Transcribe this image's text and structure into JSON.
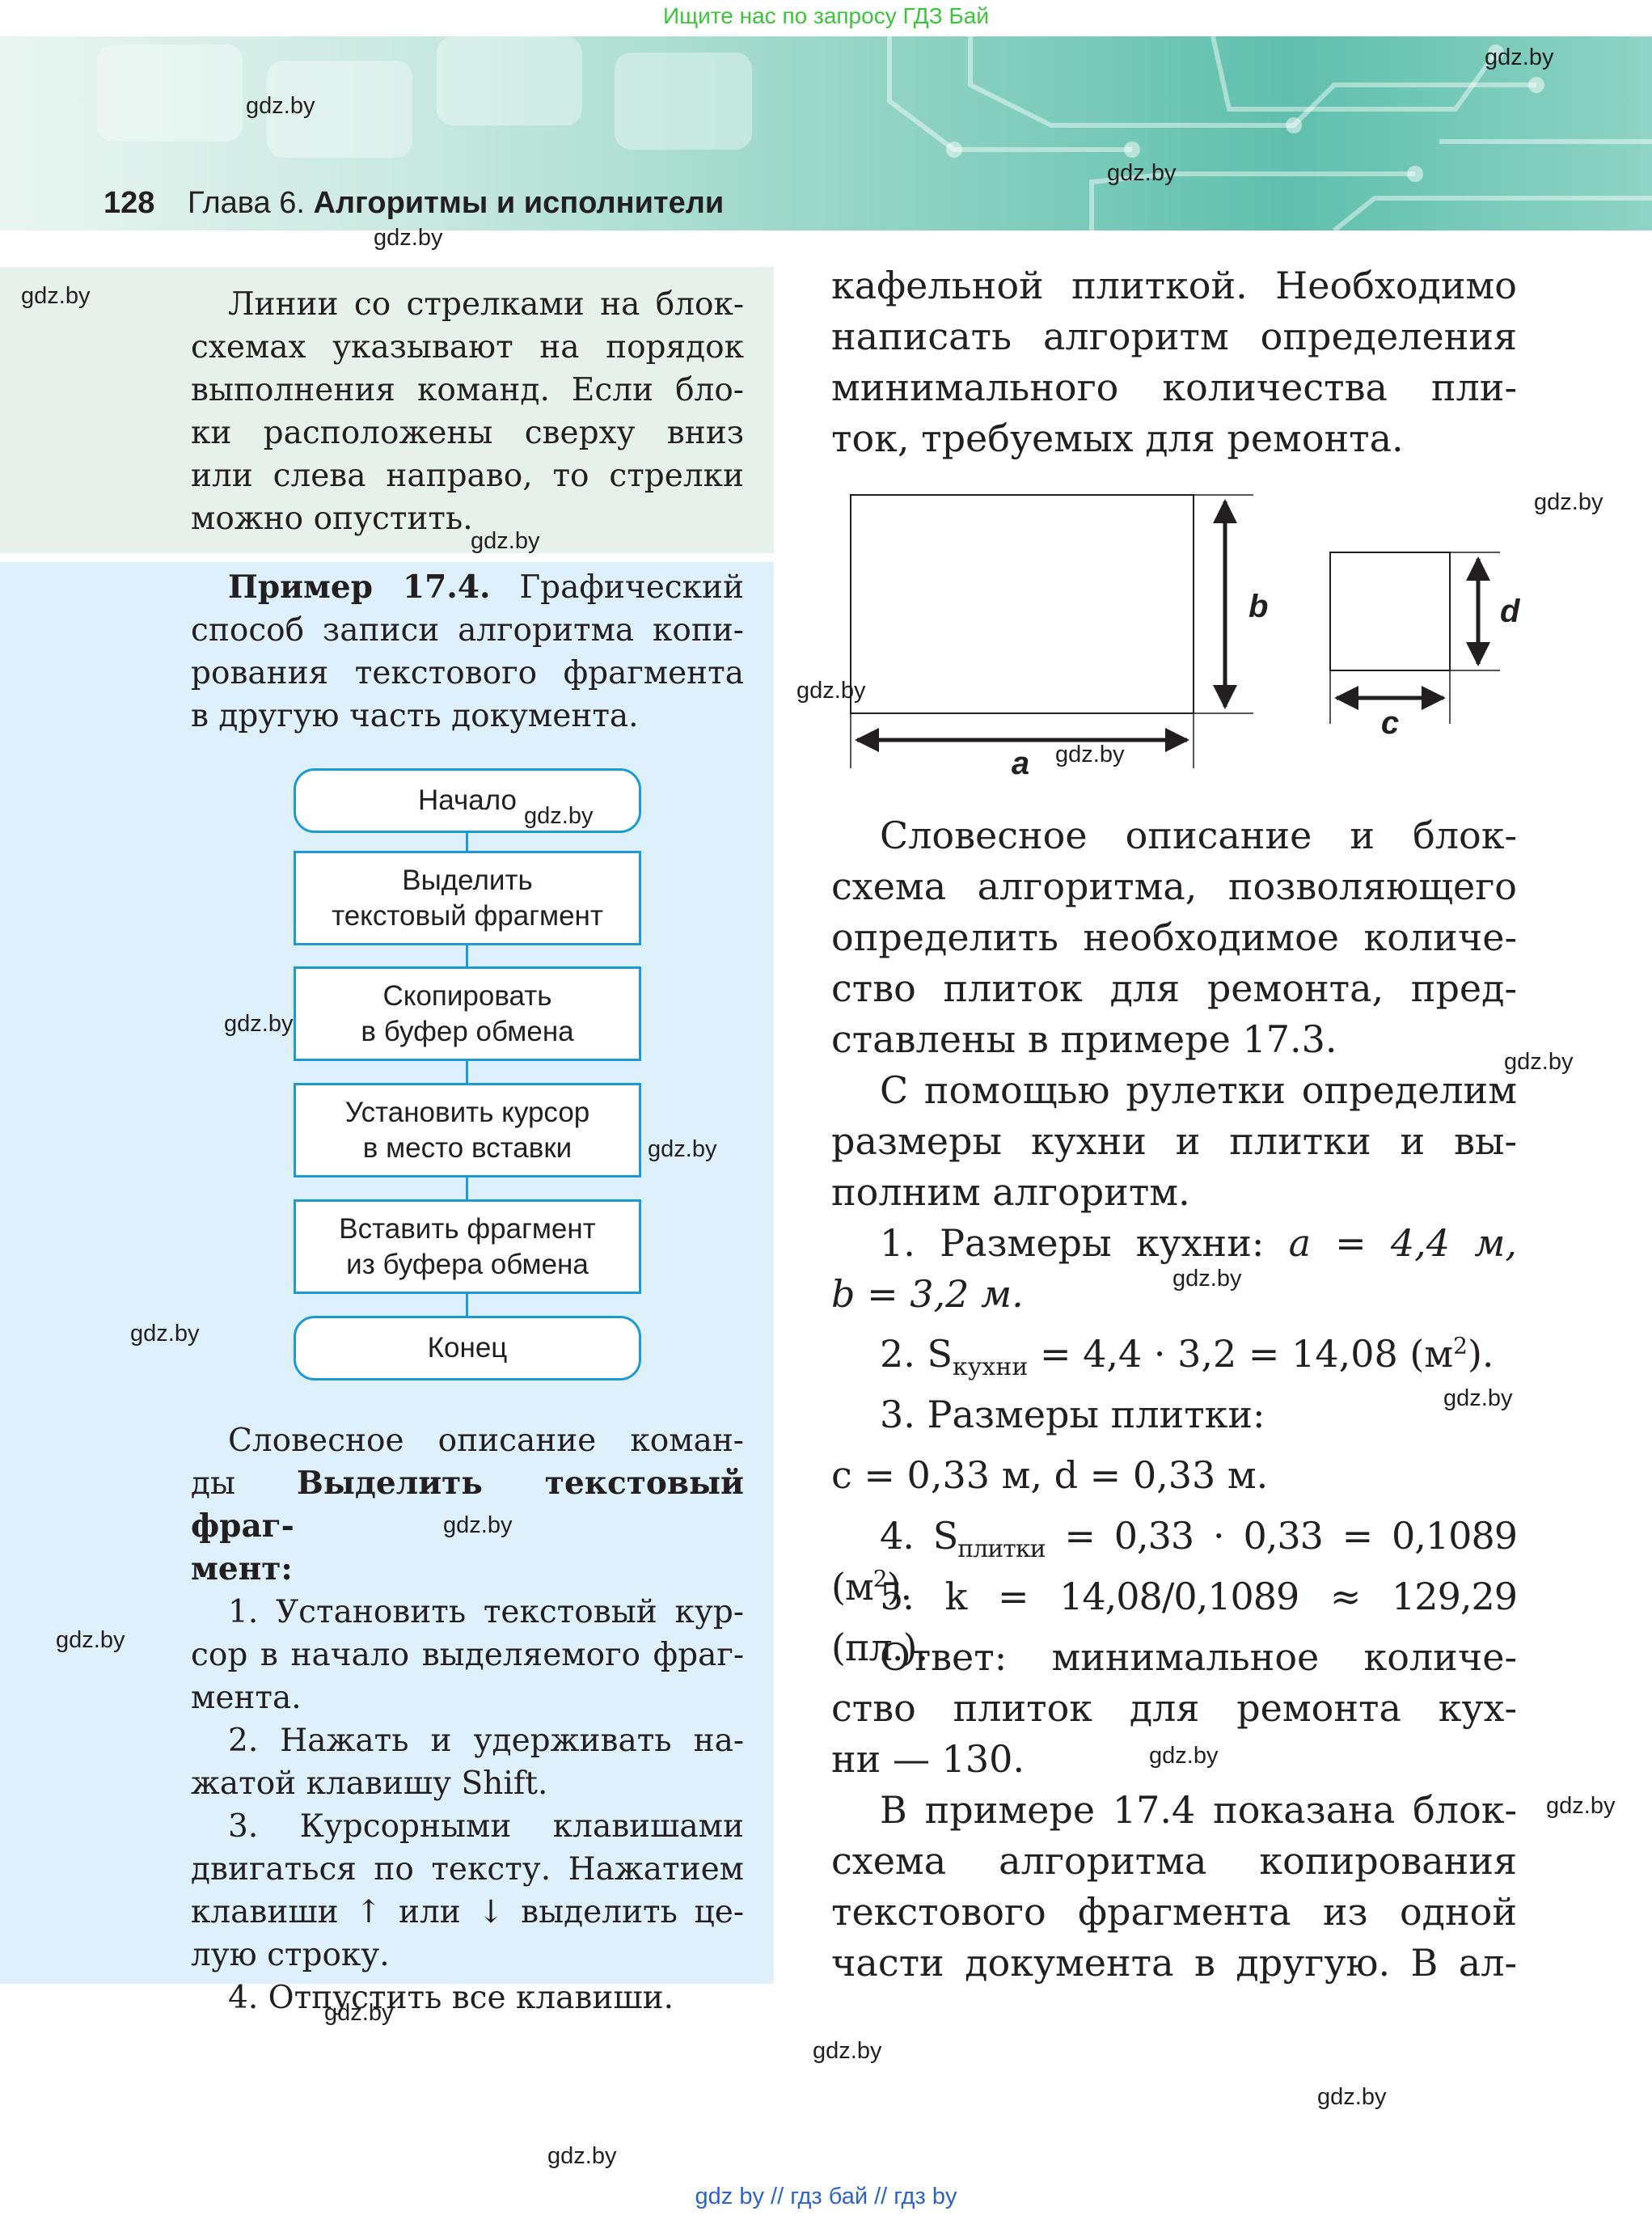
{
  "top_banner": "Ищите нас по запросу ГДЗ Бай",
  "header": {
    "page_number": "128",
    "chapter_label": "Глава 6.",
    "chapter_title": "Алгоритмы и исполнители"
  },
  "watermark": "gdz.by",
  "note": [
    "Линии со стрелками на блок-",
    "схемах указывают на порядок",
    "выполнения команд. Если бло-",
    "ки расположены сверху вниз",
    "или слева направо, то стрелки",
    "можно опустить."
  ],
  "example": {
    "label": "Пример 17.4.",
    "lines": [
      " Графический",
      "способ записи алгоритма копи-",
      "рования текстового фрагмента",
      "в другую часть документа."
    ]
  },
  "flowchart": {
    "start": "Начало",
    "steps": [
      [
        "Выделить",
        "текстовый фрагмент"
      ],
      [
        "Скопировать",
        "в буфер обмена"
      ],
      [
        "Установить курсор",
        "в место вставки"
      ],
      [
        "Вставить фрагмент",
        "из буфера обмена"
      ]
    ],
    "end": "Конец"
  },
  "left_text": {
    "intro_plain_1": "Словесное описание коман-",
    "intro_plain_2": "ды ",
    "intro_bold_2": "Выделить текстовый фраг-",
    "intro_bold_3": "мент:",
    "items": [
      "1. Установить текстовый кур-",
      "сор в начало выделяемого фраг-",
      "мента.",
      "2. Нажать и удерживать на-",
      "жатой клавишу Shift.",
      "3. Курсорными клавишами",
      "двигаться по тексту. Нажатием",
      "клавиши ↑ или ↓ выделить це-",
      "лую строку.",
      "4. Отпустить все клавиши."
    ]
  },
  "right_text": {
    "top_lines": [
      "кафельной плиткой. Необходимо",
      "написать алгоритм определения",
      "минимального количества пли-",
      "ток, требуемых для ремонта."
    ],
    "para1": [
      "Словесное описание и блок-",
      "схема алгоритма, позволяющего",
      "определить необходимое количе-",
      "ство плиток для ремонта, пред-",
      "ставлены в примере 17.3."
    ],
    "para2": [
      "С помощью рулетки определим",
      "размеры кухни и плитки и вы-",
      "полним алгоритм."
    ],
    "step1_a": "1. Размеры кухни: ",
    "step1_b": "a = 4,4 м,",
    "step1_c": "b = 3,2 м.",
    "step2_pre": "2. S",
    "step2_sub": "кухни",
    "step2_post": " = 4,4 · 3,2 = 14,08 (м",
    "step2_sup": "2",
    "step2_end": ").",
    "step3": "3. Размеры плитки:",
    "step3_vals": "c = 0,33 м, d = 0,33 м.",
    "step4_pre": "4. S",
    "step4_sub": "плитки",
    "step4_post": " = 0,33 · 0,33 = 0,1089 (м",
    "step4_sup": "2",
    "step4_end": ").",
    "step5": "5. k = 14,08/0,1089 ≈ 129,29 (пл.).",
    "answer": [
      "Ответ: минимальное количе-",
      "ство плиток для ремонта кух-",
      "ни — 130."
    ],
    "para3": [
      "В примере 17.4 показана блок-",
      "схема алгоритма копирования",
      "текстового фрагмента из одной",
      "части документа в другую. В ал-"
    ]
  },
  "diagram": {
    "label_a": "a",
    "label_b": "b",
    "label_c": "c",
    "label_d": "d"
  },
  "bottom_links": "gdz by  //  гдз бай  //  гдз by",
  "colors": {
    "note_bg": "#e6f1ec",
    "example_bg": "#ddf0fb",
    "flowchart_border": "#1d9ad6",
    "banner_green": "#3cc43c",
    "link_blue": "#2b64c6"
  }
}
